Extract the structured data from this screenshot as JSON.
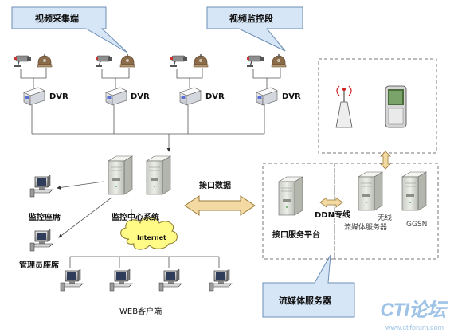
{
  "callouts": {
    "capture": "视频采集端",
    "monitor": "视频监控段",
    "stream": "流媒体服务器"
  },
  "dvr_label": "DVR",
  "labels": {
    "interface_data": "接口数据",
    "monitor_seat": "监控座席",
    "admin_seat": "管理员座席",
    "control_center": "监控中心系统",
    "internet": "Internet",
    "web_client": "WEB客户端",
    "ddn": "DDN专线",
    "interface_platform": "接口服务平台",
    "wireless_line1": "无线",
    "wireless_line2": "流媒体服务器",
    "ggsn": "GGSN"
  },
  "watermark": {
    "brand": "CTI论坛",
    "url": "www.ctiforum.com"
  },
  "colors": {
    "callout_fill": "#d6e6f6",
    "callout_border": "#6c8fb7",
    "arrow_fill": "#f3d9a2",
    "arrow_border": "#9a7a3a",
    "cloud_fill": "#fffb86",
    "dvr_accent": "#5a6fd2"
  }
}
